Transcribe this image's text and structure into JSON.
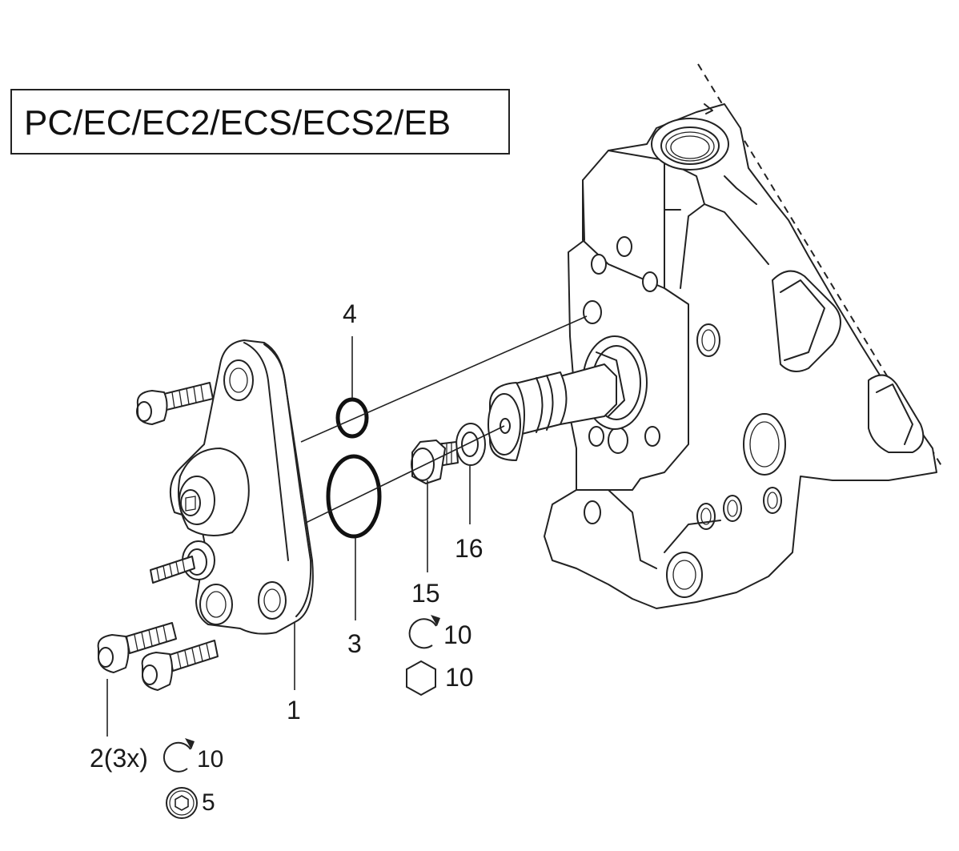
{
  "title": "PC/EC/EC2/ECS/ECS2/EB",
  "callouts": {
    "p1": "1",
    "p2": "2(3x)",
    "p3": "3",
    "p4": "4",
    "p15": "15",
    "p16": "16"
  },
  "torque": {
    "p2_tighten": "10",
    "p2_hex": "5",
    "p15_tighten": "10",
    "p15_hex": "10"
  },
  "icons": [
    "tighten-arrow-icon",
    "hex-socket-icon",
    "hex-wrench-icon"
  ]
}
